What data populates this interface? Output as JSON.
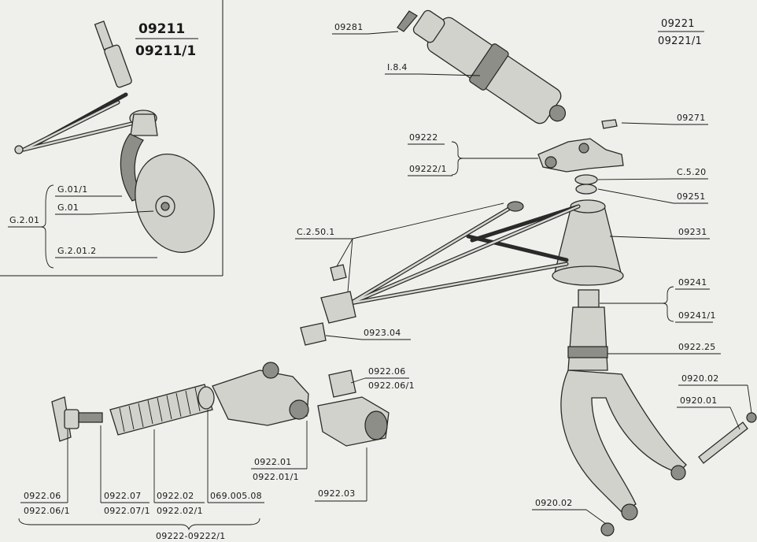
{
  "inset": {
    "title_top": "09211",
    "title_bottom": "09211/1",
    "labels": {
      "g01_1": "G.01/1",
      "g01": "G.01",
      "g201": "G.2.01",
      "g2012": "G.2.01.2"
    }
  },
  "main": {
    "title_top": "09221",
    "title_bottom": "09221/1",
    "labels": {
      "p09281": "09281",
      "p184": "I.8.4",
      "p09271": "09271",
      "p09222": "09222",
      "p09222_1": "09222/1",
      "pc520": "C.5.20",
      "p09251": "09251",
      "pc2501": "C.2.50.1",
      "p09231": "09231",
      "p09241": "09241",
      "p09241_1": "09241/1",
      "p092304": "0923.04",
      "p092225": "0922.25",
      "p092002a": "0920.02",
      "p092001": "0920.01",
      "p092002b": "0920.02"
    }
  },
  "assembly": {
    "labels": {
      "a092206": "0922.06",
      "a092206_1": "0922.06/1",
      "a092201": "0922.01",
      "a092201_1": "0922.01/1",
      "a092203": "0922.03",
      "b092206": "0922.06",
      "b092206_1": "0922.06/1",
      "a092207": "0922.07",
      "a092207_1": "0922.07/1",
      "a092202": "0922.02",
      "a092202_1": "0922.02/1",
      "a06900508": "069.005.08",
      "a_range": "09222-09222/1"
    }
  }
}
